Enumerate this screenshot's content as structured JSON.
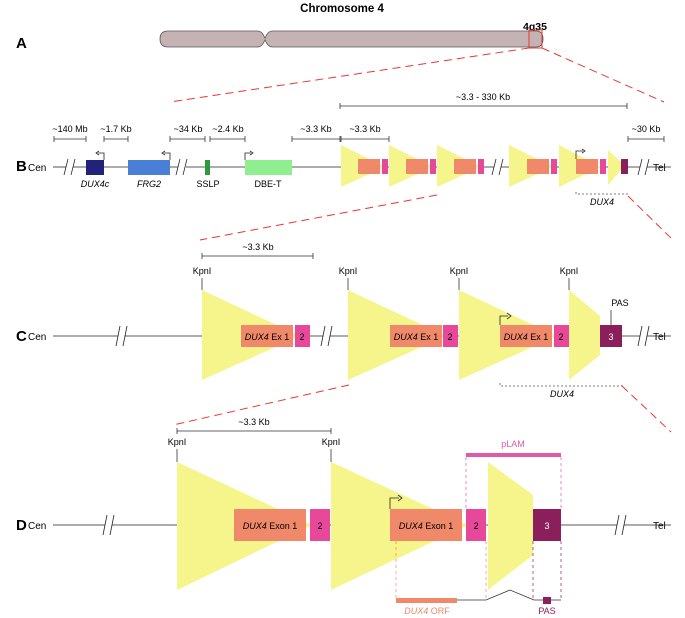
{
  "title": "Chromosome 4",
  "band": "4q35",
  "panels": {
    "a": "A",
    "b": "B",
    "c": "C",
    "d": "D"
  },
  "ends": {
    "cen": "Cen",
    "tel": "Tel"
  },
  "panel_b": {
    "dist_total": "~3.3 - 330 Kb",
    "dist_140mb": "~140 Mb",
    "dist_17kb": "~1.7 Kb",
    "dist_34kb": "~34 Kb",
    "dist_24kb": "~2.4 Kb",
    "dist_33kb_a": "~3.3 Kb",
    "dist_33kb_b": "~3.3 Kb",
    "dist_30kb": "~30 Kb",
    "gene_dux4c": "DUX4c",
    "gene_frg2": "FRG2",
    "gene_sslp": "SSLP",
    "gene_dbet": "DBE-T",
    "gene_dux4": "DUX4"
  },
  "panel_c": {
    "dist": "~3.3 Kb",
    "kpn": "KpnI",
    "pas": "PAS",
    "ex1": "DUX4",
    "ex1_suffix": " Ex 1",
    "ex2": "2",
    "ex3": "3",
    "dux4": "DUX4"
  },
  "panel_d": {
    "dist": "~3.3 Kb",
    "kpn": "KpnI",
    "plam": "pLAM",
    "ex1": "DUX4",
    "ex1_suffix": " Exon 1",
    "ex2": "2",
    "ex3": "3",
    "orf": "DUX4",
    "orf_suffix": " ORF",
    "pas": "PAS"
  },
  "colors": {
    "chrom": "#c5b2b2",
    "callout": "#e53935",
    "dux4c": "#22227a",
    "frg2": "#4a7fd6",
    "sslp": "#2e9a40",
    "dbet": "#8fee8f",
    "repeat": "#f5f58c",
    "exon1": "#f0886a",
    "exon2": "#e8489a",
    "exon3": "#8b1f5c",
    "plam": "#e05aa8",
    "orf": "#f0886a",
    "pas_d": "#8b1f5c"
  }
}
